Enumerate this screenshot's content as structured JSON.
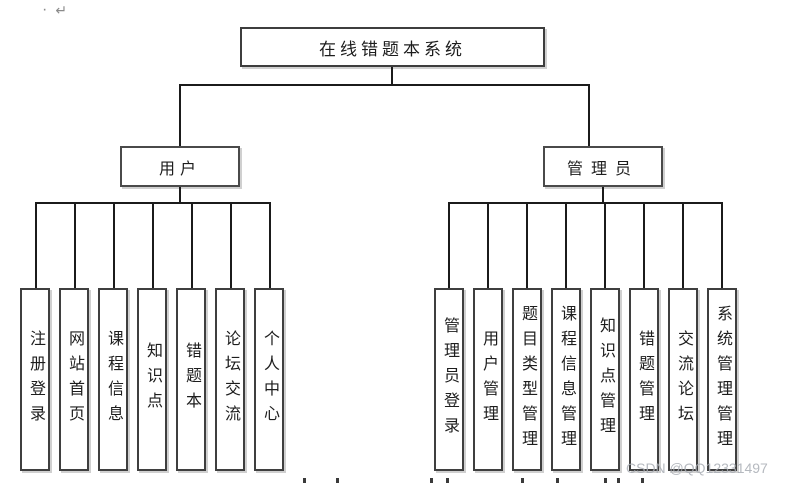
{
  "editor_marks": {
    "dot": "·",
    "return_arrow": "↵"
  },
  "watermark": {
    "text": "CSDN @QQ12331497",
    "color": "#a9adb4"
  },
  "colors": {
    "line": "#1b1b1b",
    "box_border": "#4a4a4a",
    "box_fill": "#ffffff",
    "text": "#1d1d1d",
    "background": "#ffffff"
  },
  "tree": {
    "root": {
      "label": "在线错题本系统"
    },
    "branches": [
      {
        "label": "用户",
        "children": [
          "注册登录",
          "网站首页",
          "课程信息",
          "知识点",
          "错题本",
          "论坛交流",
          "个人中心"
        ]
      },
      {
        "label": "管理员",
        "children": [
          "管理员登录",
          "用户管理",
          "题目类型管理",
          "课程信息管理",
          "知识点管理",
          "错题管理",
          "交流论坛",
          "系统管理管理"
        ]
      }
    ]
  }
}
